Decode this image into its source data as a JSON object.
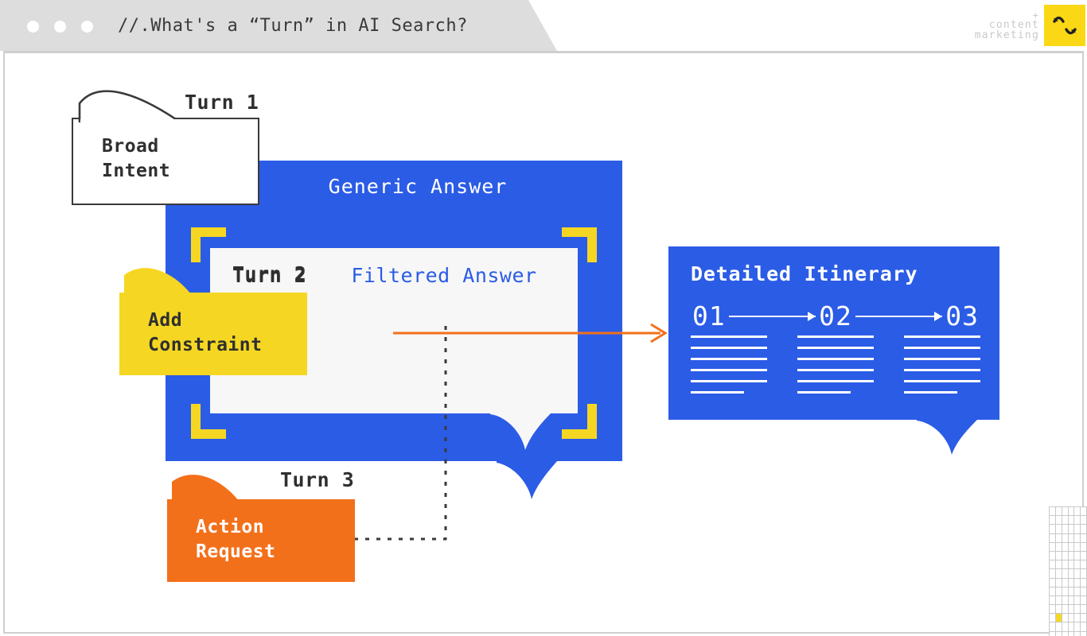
{
  "window": {
    "title": "//.What's a “Turn” in AI Search?",
    "dots": [
      "close-dot",
      "minimize-dot",
      "maximize-dot"
    ],
    "brand": {
      "plus": "+",
      "line1": "content",
      "line2": "marketing",
      "mark_icon": "double-check-arrow-icon"
    }
  },
  "colors": {
    "blue": "#2B5CE6",
    "yellow": "#F5D723",
    "brand_yellow": "#FBD815",
    "orange": "#F3701B",
    "dark": "#2f2f2f",
    "chrome_gray": "#dddddd",
    "border_gray": "#cfcfcf"
  },
  "diagram": {
    "turn1": {
      "label": "Turn 1",
      "bubble_line1": "Broad",
      "bubble_line2": "Intent"
    },
    "turn2": {
      "label": "Turn 2",
      "bubble_line1": "Add",
      "bubble_line2": "Constraint"
    },
    "turn3": {
      "label": "Turn 3",
      "bubble_line1": "Action",
      "bubble_line2": "Request"
    },
    "generic_answer": "Generic Answer",
    "filtered_answer": "Filtered Answer",
    "itinerary": {
      "title": "Detailed Itinerary",
      "steps": [
        "01",
        "02",
        "03"
      ],
      "lines_per_step": 6
    }
  }
}
